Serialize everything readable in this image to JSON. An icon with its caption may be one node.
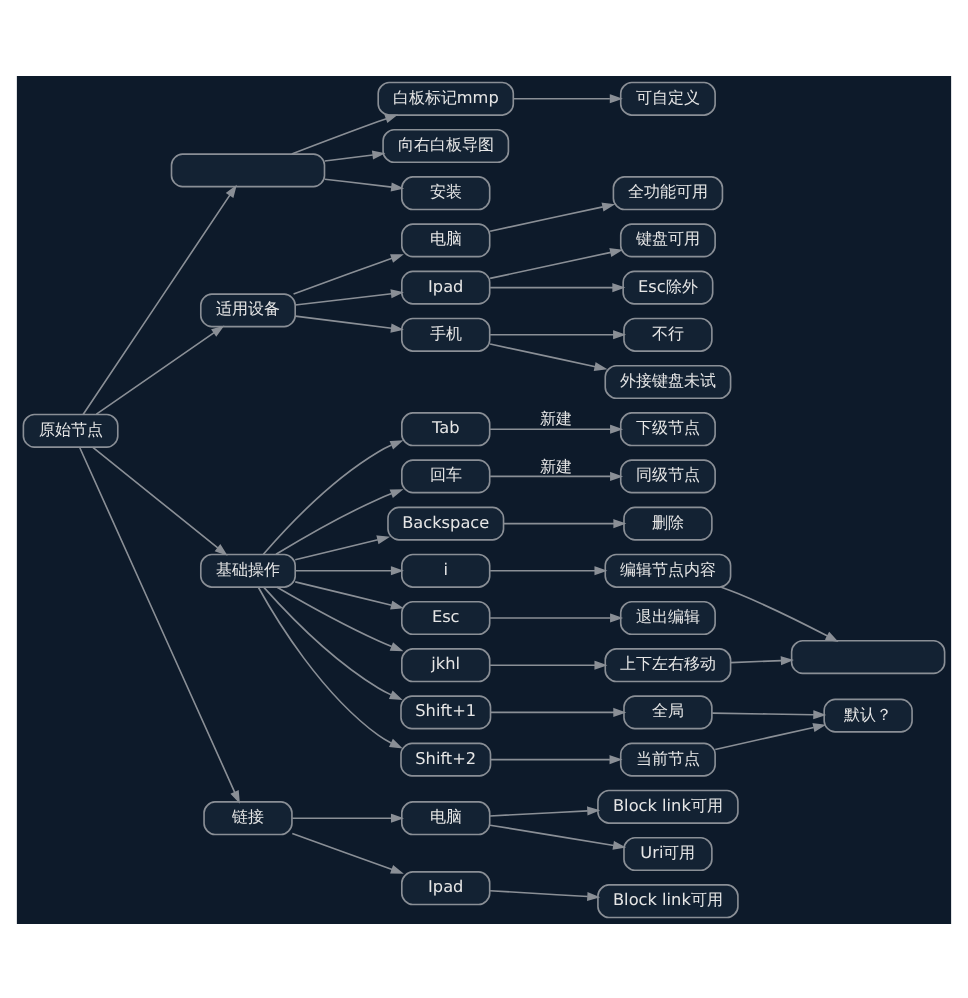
{
  "diagram": {
    "nodes": [
      {
        "text": [
          "原始节点"
        ]
      },
      {
        "text": [],
        "shape": "box"
      },
      {
        "text": [
          "白板标记mmp"
        ]
      },
      {
        "text": [
          "可自定义"
        ]
      },
      {
        "text": [
          "向右白板导图"
        ]
      },
      {
        "text": [
          "安装"
        ]
      },
      {
        "text": [
          "适用设备"
        ]
      },
      {
        "text": [
          "电脑"
        ]
      },
      {
        "text": [
          "全功能可用"
        ]
      },
      {
        "text": [
          "Ipad"
        ]
      },
      {
        "text": [
          "键盘可用"
        ]
      },
      {
        "text": [
          "Esc除外"
        ]
      },
      {
        "text": [
          "手机"
        ]
      },
      {
        "text": [
          "不行"
        ]
      },
      {
        "text": [
          "外接键盘未试"
        ]
      },
      {
        "text": [
          "基础操作"
        ]
      },
      {
        "text": [
          "Tab"
        ]
      },
      {
        "text": [
          "下级节点"
        ]
      },
      {
        "text": [
          "回车"
        ]
      },
      {
        "text": [
          "同级节点"
        ]
      },
      {
        "text": [
          "Backspace"
        ]
      },
      {
        "text": [
          "删除"
        ]
      },
      {
        "text": [
          "i"
        ]
      },
      {
        "text": [
          "编辑节点内容"
        ]
      },
      {
        "text": [
          "Esc"
        ]
      },
      {
        "text": [
          "退出编辑"
        ]
      },
      {
        "text": [
          "jkhl"
        ]
      },
      {
        "text": [
          "上下左右移动"
        ]
      },
      {
        "text": [],
        "shape": "box"
      },
      {
        "text": [
          "Shift+1"
        ]
      },
      {
        "text": [
          "全局"
        ]
      },
      {
        "text": [
          "Shift+2"
        ]
      },
      {
        "text": [
          "当前节点"
        ]
      },
      {
        "text": [
          "默认？"
        ]
      },
      {
        "text": [
          "链接"
        ]
      },
      {
        "text": [
          "电脑"
        ]
      },
      {
        "text": [
          "Block link可用"
        ]
      },
      {
        "text": [
          "Uri可用"
        ]
      },
      {
        "text": [
          "Ipad"
        ]
      },
      {
        "text": [
          "Block link可用"
        ]
      }
    ],
    "edges": [
      {
        "from": 0,
        "to": 1,
        "arrow": "to"
      },
      {
        "from": 1,
        "to": 2,
        "arrow": "to"
      },
      {
        "from": 2,
        "to": 3,
        "arrow": "to"
      },
      {
        "from": 1,
        "to": 4,
        "arrow": "to"
      },
      {
        "from": 1,
        "to": 5,
        "arrow": "to"
      },
      {
        "from": 0,
        "to": 6,
        "arrow": "to"
      },
      {
        "from": 6,
        "to": 7,
        "arrow": "to"
      },
      {
        "from": 7,
        "to": 8,
        "arrow": "to"
      },
      {
        "from": 6,
        "to": 9,
        "arrow": "to"
      },
      {
        "from": 9,
        "to": 10,
        "arrow": "to"
      },
      {
        "from": 9,
        "to": 11,
        "arrow": "to"
      },
      {
        "from": 6,
        "to": 12,
        "arrow": "to"
      },
      {
        "from": 12,
        "to": 13,
        "arrow": "to"
      },
      {
        "from": 12,
        "to": 14,
        "arrow": "to"
      },
      {
        "from": 0,
        "to": 15,
        "arrow": "to"
      },
      {
        "from": 15,
        "to": 16,
        "arrow": "to"
      },
      {
        "from": 16,
        "to": 17,
        "arrow": "to",
        "label": "新建"
      },
      {
        "from": 15,
        "to": 18,
        "arrow": "to"
      },
      {
        "from": 18,
        "to": 19,
        "arrow": "to",
        "label": "新建"
      },
      {
        "from": 15,
        "to": 20,
        "arrow": "to"
      },
      {
        "from": 20,
        "to": 21,
        "arrow": "to"
      },
      {
        "from": 15,
        "to": 22,
        "arrow": "to"
      },
      {
        "from": 22,
        "to": 23,
        "arrow": "to"
      },
      {
        "from": 15,
        "to": 24,
        "arrow": "to"
      },
      {
        "from": 24,
        "to": 25,
        "arrow": "to"
      },
      {
        "from": 15,
        "to": 26,
        "arrow": "to"
      },
      {
        "from": 26,
        "to": 27,
        "arrow": "to"
      },
      {
        "from": 23,
        "to": 28,
        "arrow": "to"
      },
      {
        "from": 27,
        "to": 28,
        "arrow": "to"
      },
      {
        "from": 15,
        "to": 29,
        "arrow": "to"
      },
      {
        "from": 29,
        "to": 30,
        "arrow": "to"
      },
      {
        "from": 15,
        "to": 31,
        "arrow": "to"
      },
      {
        "from": 31,
        "to": 32,
        "arrow": "to"
      },
      {
        "from": 30,
        "to": 33,
        "arrow": "to"
      },
      {
        "from": 32,
        "to": 33,
        "arrow": "to"
      },
      {
        "from": 0,
        "to": 34,
        "arrow": "to"
      },
      {
        "from": 34,
        "to": 35,
        "arrow": "to"
      },
      {
        "from": 35,
        "to": 36,
        "arrow": "to"
      },
      {
        "from": 35,
        "to": 37,
        "arrow": "to"
      },
      {
        "from": 34,
        "to": 38,
        "arrow": "to"
      },
      {
        "from": 38,
        "to": 39,
        "arrow": "to"
      }
    ]
  }
}
